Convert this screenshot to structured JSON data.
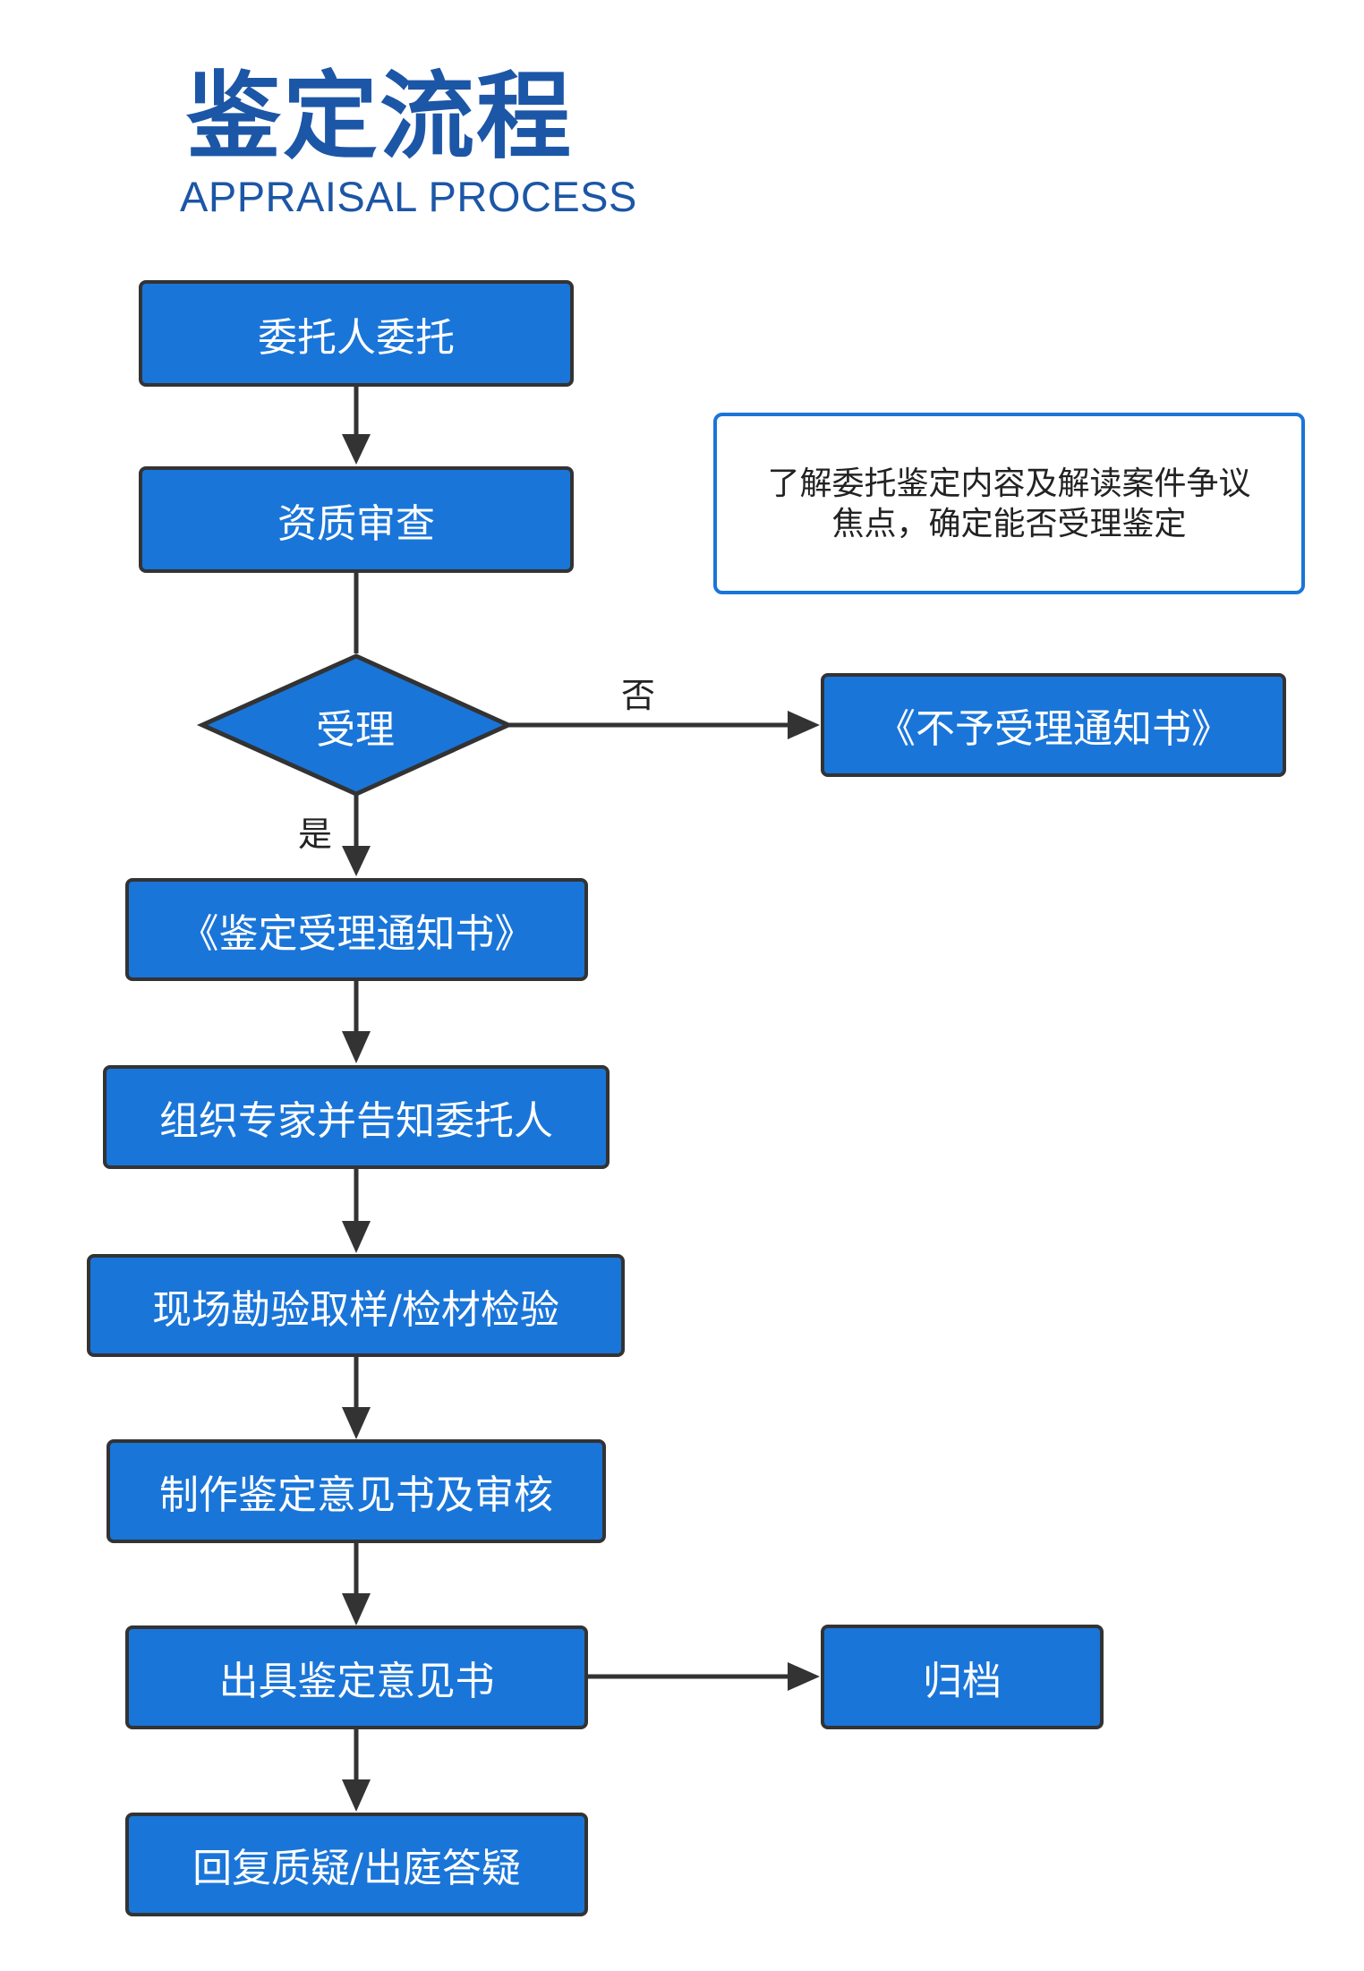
{
  "header": {
    "title": "鉴定流程",
    "subtitle": "APPRAISAL PROCESS"
  },
  "steps": [
    "委托人委托",
    "资质审查",
    "《鉴定受理通知书》",
    "组织专家并告知委托人",
    "现场勘验取样/检材检验",
    "制作鉴定意见书及审核",
    "出具鉴定意见书",
    "回复质疑/出庭答疑"
  ],
  "decision": {
    "label": "受理",
    "yes_label": "是",
    "no_label": "否",
    "no_result": "《不予受理通知书》"
  },
  "archive": "归档",
  "note": {
    "line1": "了解委托鉴定内容及解读案件争议",
    "line2": "焦点，确定能否受理鉴定"
  },
  "colors": {
    "title": "#1c56a6",
    "box_fill": "#1a75d9",
    "box_border": "#333333",
    "note_border": "#1a75d9",
    "connector": "#333333"
  }
}
